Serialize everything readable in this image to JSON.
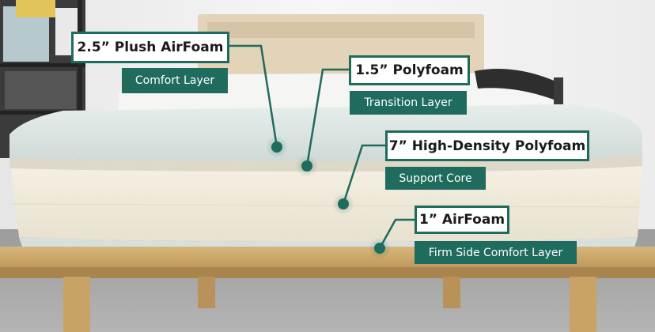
{
  "layers": [
    {
      "title": "2.5” Plush AirFoam",
      "subtitle": "Comfort Layer"
    },
    {
      "title": "1.5” Polyfoam",
      "subtitle": "Transition Layer"
    },
    {
      "title": "7” High-Density Polyfoam",
      "subtitle": "Support Core"
    },
    {
      "title": "1” AirFoam",
      "subtitle": "Firm Side Comfort Layer"
    }
  ],
  "colors": {
    "accent": "#1f6b5e",
    "callout_background": "#ffffff",
    "mattress_top": "#d9e2e0",
    "mattress_core": "#efeadc",
    "bed_frame": "#caa76c"
  }
}
